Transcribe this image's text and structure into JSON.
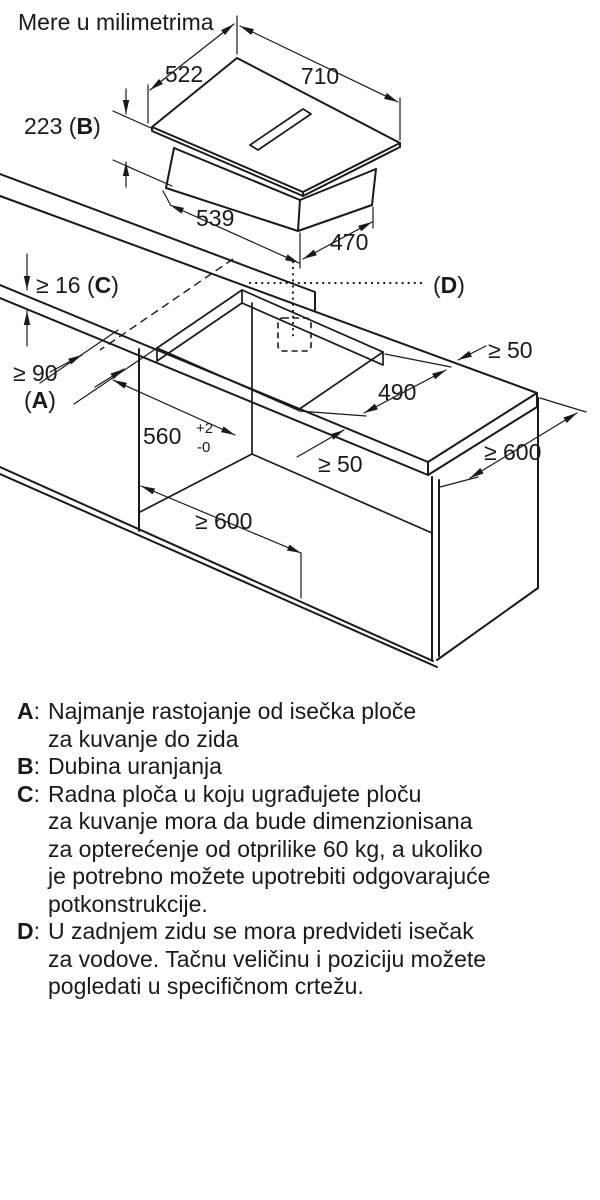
{
  "title": "Mere u milimetrima",
  "top_view": {
    "depth_total": "522",
    "width_total": "710",
    "insertion": {
      "pre": "223 (",
      "ref": "B",
      "post": ")"
    },
    "width_body": "539",
    "depth_body": "470"
  },
  "install_view": {
    "thickness": {
      "pre": "≥ 16 (",
      "ref": "C",
      "post": ")"
    },
    "rear_ref": {
      "pre": "(",
      "ref": "D",
      "post": ")"
    },
    "wall_clearance": "≥ 90",
    "wall_clearance_ref": {
      "pre": "(",
      "ref": "A",
      "post": ")"
    },
    "cutout_width": "560",
    "cutout_width_tol_plus": "+2",
    "cutout_width_tol_minus": "-0",
    "cutout_depth": "490",
    "rear_clearance": "≥ 50",
    "front_clearance": "≥ 50",
    "worktop_depth_min": "≥ 600",
    "cabinet_width_min": "≥ 600"
  },
  "legend": {
    "sep": ":",
    "items": [
      {
        "key": "A",
        "lines": [
          "Najmanje rastojanje od isečka ploče",
          "za kuvanje do zida"
        ]
      },
      {
        "key": "B",
        "lines": [
          "Dubina uranjanja"
        ]
      },
      {
        "key": "C",
        "lines": [
          "Radna ploča u koju ugrađujete ploču",
          "za kuvanje mora da bude dimenzionisana",
          "za opterećenje od otprilike 60 kg, a ukoliko",
          "je potrebno možete upotrebiti odgovarajuće",
          "potkonstrukcije."
        ]
      },
      {
        "key": "D",
        "lines": [
          "U zadnjem zidu se mora predvideti isečak",
          "za vodove. Tačnu veličinu i poziciju možete",
          "pogledati u specifičnom crtežu."
        ]
      }
    ]
  }
}
